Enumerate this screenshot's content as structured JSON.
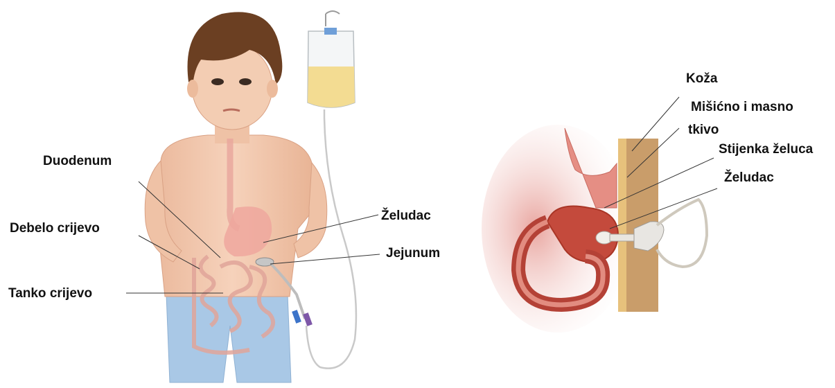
{
  "left_figure": {
    "labels": {
      "duodenum": "Duodenum",
      "large_intestine": "Debelo crijevo",
      "small_intestine": "Tanko crijevo",
      "stomach": "Želudac",
      "jejunum": "Jejunum"
    }
  },
  "right_figure": {
    "labels": {
      "skin": "Koža",
      "muscle_fat_line1": "Mišićno i masno",
      "muscle_fat_line2": "tkivo",
      "stomach_wall": "Stijenka želuca",
      "stomach": "Želudac"
    }
  },
  "colors": {
    "skin_tone": "#f2c8ae",
    "hair": "#6b3f22",
    "shorts": "#a9c8e6",
    "feed_liquid": "#f3dc92",
    "stomach_tissue": "#d9534f",
    "tissue_wall": "#c99d6a",
    "leader_line": "#333333"
  }
}
